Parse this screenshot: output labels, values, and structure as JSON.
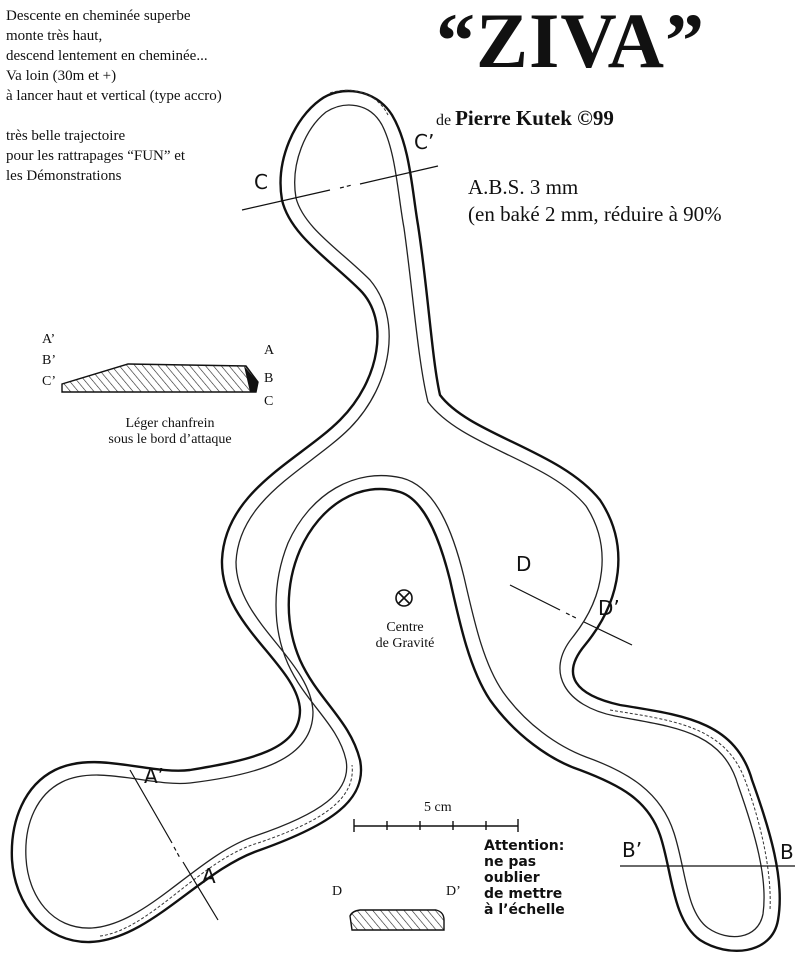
{
  "notes": [
    "Descente en cheminée superbe",
    "monte très haut,",
    "descend lentement en cheminée...",
    "Va loin (30m et +)",
    "à lancer haut et vertical (type accro)",
    "",
    "très belle trajectoire",
    "pour les rattrapages “FUN” et",
    "les  Démonstrations"
  ],
  "title": "“ZIVA”",
  "author": {
    "prefix": "de",
    "name": "Pierre Kutek ©99"
  },
  "material": {
    "line1": "A.B.S.  3 mm",
    "line2": "(en baké 2 mm, réduire à 90%"
  },
  "profile": {
    "left_labels": [
      "A’",
      "B’",
      "C’"
    ],
    "right_labels": [
      "A",
      "B",
      "C"
    ],
    "caption_line1": "Léger chanfrein",
    "caption_line2": "sous le bord d’attaque"
  },
  "section_marks": {
    "c": "C",
    "c_prime": "C’",
    "d": "D",
    "d_prime": "D’",
    "a": "A",
    "a_prime": "A’",
    "b": "B",
    "b_prime": "B’"
  },
  "center_of_gravity": {
    "line1": "Centre",
    "line2": "de Gravité"
  },
  "scale": {
    "label": "5 cm"
  },
  "section_d": {
    "left": "D",
    "right": "D’"
  },
  "attention": [
    "Attention:",
    "ne pas",
    "oublier",
    "de mettre",
    "à  l’échelle"
  ]
}
